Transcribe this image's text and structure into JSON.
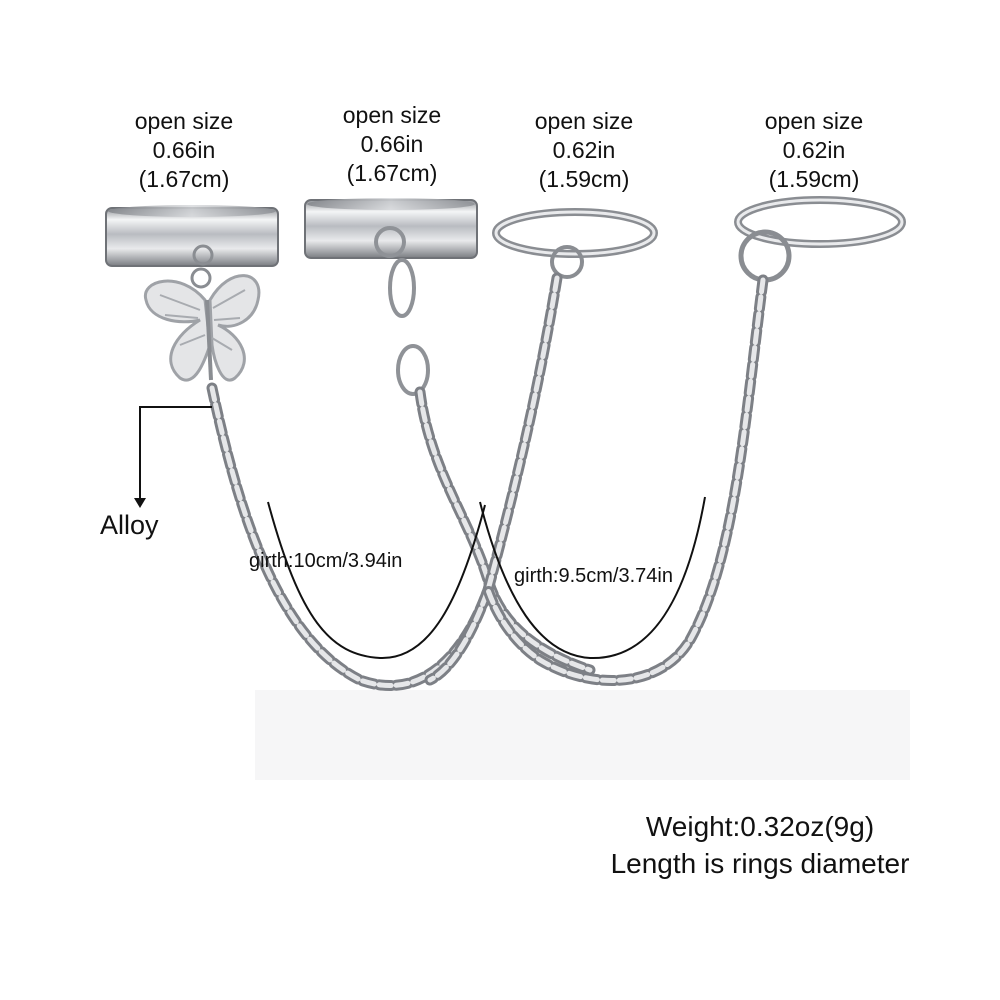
{
  "rings": [
    {
      "title": "open size",
      "inch": "0.66in",
      "cm": "(1.67cm)"
    },
    {
      "title": "open size",
      "inch": "0.66in",
      "cm": "(1.67cm)"
    },
    {
      "title": "open size",
      "inch": "0.62in",
      "cm": "(1.59cm)"
    },
    {
      "title": "open size",
      "inch": "0.62in",
      "cm": "(1.59cm)"
    }
  ],
  "material": "Alloy",
  "girths": [
    "girth:10cm/3.94in",
    "girth:9.5cm/3.74in"
  ],
  "info": {
    "weight": "Weight:0.32oz(9g)",
    "note": "Length is rings diameter"
  },
  "colors": {
    "silver": "#c9ccd0",
    "silver_dark": "#7d8086",
    "background": "#ffffff",
    "text": "#111111"
  }
}
